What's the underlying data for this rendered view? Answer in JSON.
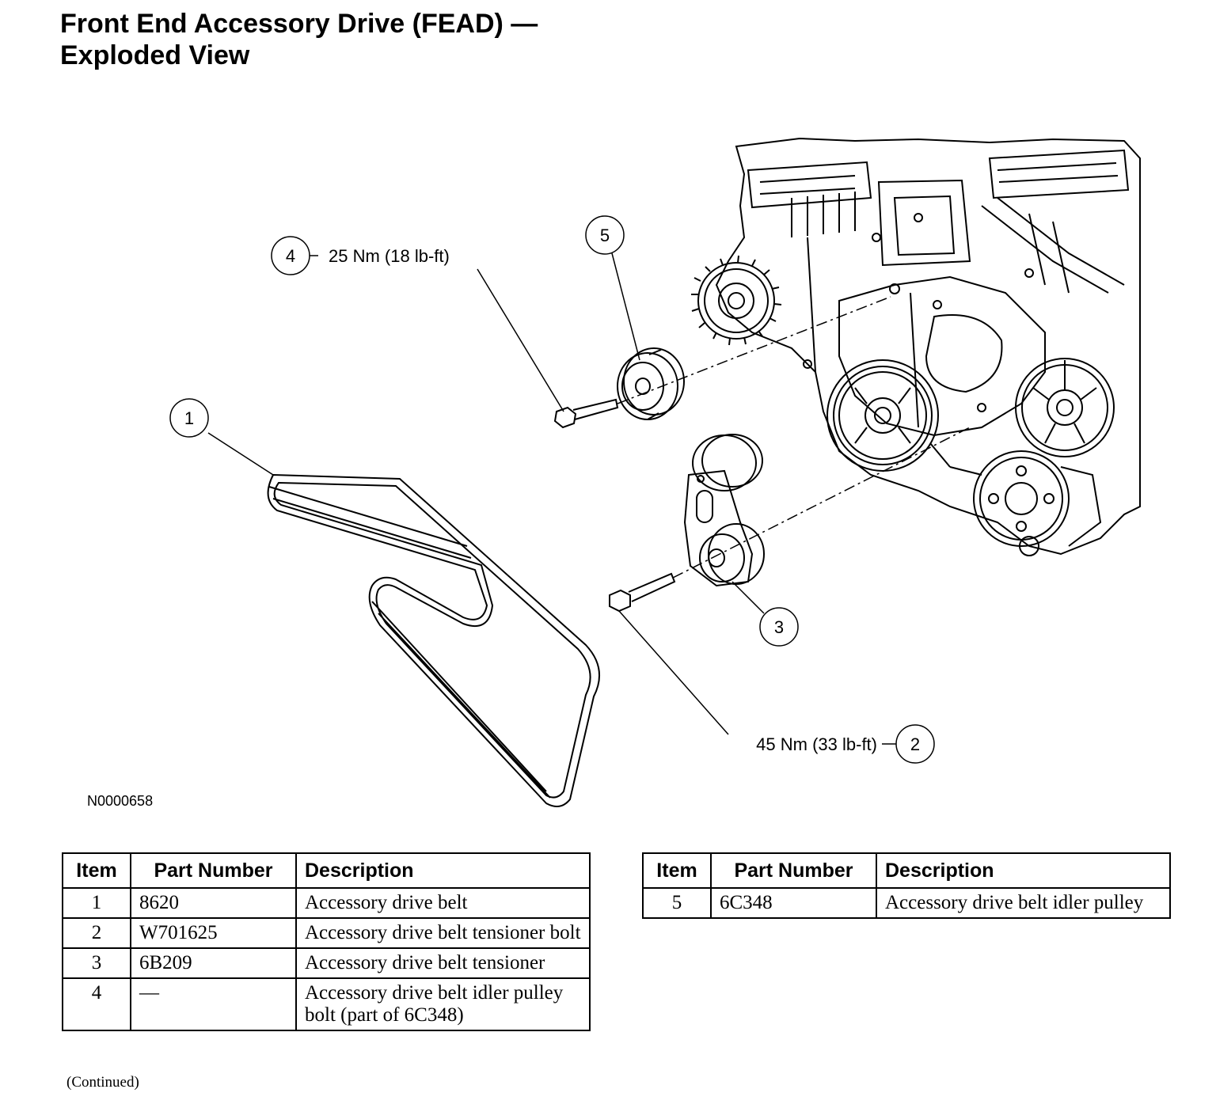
{
  "title": {
    "line1": "Front End Accessory Drive (FEAD) —",
    "line2": "Exploded View"
  },
  "figure_id": "N0000658",
  "callouts": [
    {
      "id": "1",
      "label": ""
    },
    {
      "id": "2",
      "label": "45 Nm (33 lb-ft)"
    },
    {
      "id": "3",
      "label": ""
    },
    {
      "id": "4",
      "label": "25 Nm (18 lb-ft)"
    },
    {
      "id": "5",
      "label": ""
    }
  ],
  "table": {
    "headers": [
      "Item",
      "Part Number",
      "Description"
    ],
    "left_rows": [
      {
        "item": "1",
        "part": "8620",
        "desc": "Accessory drive belt"
      },
      {
        "item": "2",
        "part": "W701625",
        "desc": "Accessory drive belt tensioner bolt"
      },
      {
        "item": "3",
        "part": "6B209",
        "desc": "Accessory drive belt tensioner"
      },
      {
        "item": "4",
        "part": "—",
        "desc": "Accessory drive belt idler pulley bolt (part of 6C348)"
      }
    ],
    "right_rows": [
      {
        "item": "5",
        "part": "6C348",
        "desc": "Accessory drive belt idler pulley"
      }
    ]
  },
  "continued": "(Continued)"
}
